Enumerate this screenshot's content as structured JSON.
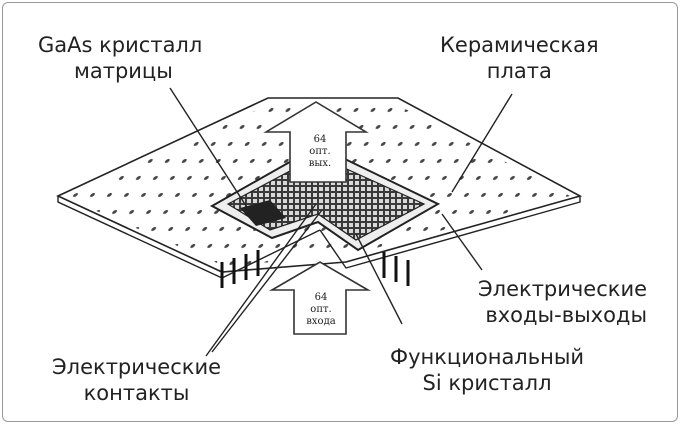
{
  "labels": {
    "gaas_crystal": [
      "GaAs кристалл",
      "матрицы"
    ],
    "ceramic_plate": [
      "Керамическая",
      "плата"
    ],
    "io": [
      "Электрические",
      "входы-выходы"
    ],
    "contacts": [
      "Электрические",
      "контакты"
    ],
    "si_crystal": [
      "Функциональный",
      "Si кристалл"
    ]
  },
  "arrows": {
    "output": [
      "64",
      "опт.",
      "вых."
    ],
    "input": [
      "64",
      "опт.",
      "входа"
    ]
  }
}
